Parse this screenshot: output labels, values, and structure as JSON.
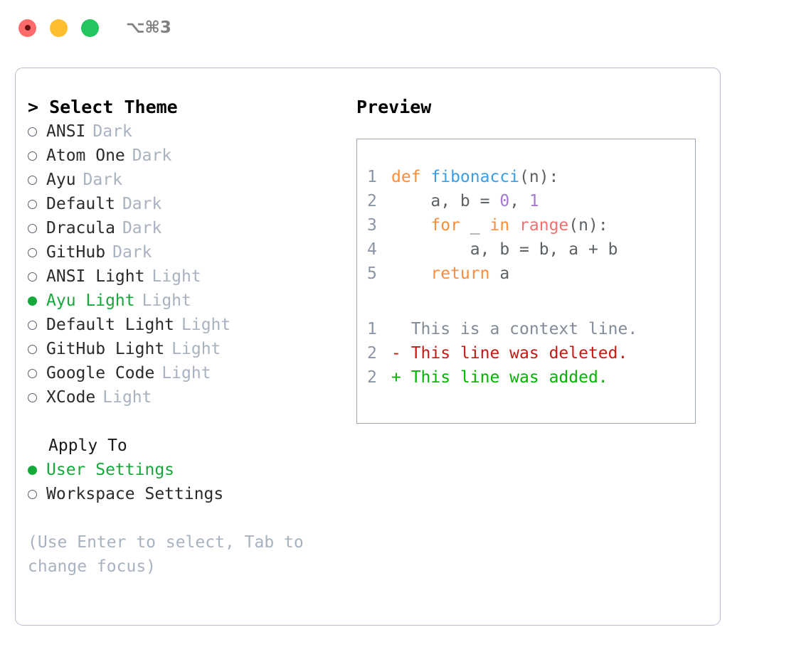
{
  "titlebar": {
    "shortcut": "⌥⌘3",
    "lights": [
      {
        "name": "close",
        "color": "#ff6b6b"
      },
      {
        "name": "minimize",
        "color": "#ffbe2e"
      },
      {
        "name": "maximize",
        "color": "#22c55e"
      }
    ]
  },
  "theme_panel": {
    "heading": "> Select Theme",
    "items": [
      {
        "label": "ANSI",
        "tag": "Dark",
        "selected": false
      },
      {
        "label": "Atom One",
        "tag": "Dark",
        "selected": false
      },
      {
        "label": "Ayu",
        "tag": "Dark",
        "selected": false
      },
      {
        "label": "Default",
        "tag": "Dark",
        "selected": false
      },
      {
        "label": "Dracula",
        "tag": "Dark",
        "selected": false
      },
      {
        "label": "GitHub",
        "tag": "Dark",
        "selected": false
      },
      {
        "label": "ANSI Light",
        "tag": "Light",
        "selected": false
      },
      {
        "label": "Ayu Light",
        "tag": "Light",
        "selected": true
      },
      {
        "label": "Default Light",
        "tag": "Light",
        "selected": false
      },
      {
        "label": "GitHub Light",
        "tag": "Light",
        "selected": false
      },
      {
        "label": "Google Code",
        "tag": "Light",
        "selected": false
      },
      {
        "label": "XCode",
        "tag": "Light",
        "selected": false
      }
    ]
  },
  "apply_to": {
    "heading": "Apply To",
    "options": [
      {
        "label": "User Settings",
        "selected": true
      },
      {
        "label": "Workspace Settings",
        "selected": false
      }
    ]
  },
  "hint": "(Use Enter to select, Tab to change focus)",
  "preview": {
    "heading": "Preview",
    "code_lines": [
      {
        "number": "1",
        "tokens": [
          {
            "text": "def ",
            "type": "kw"
          },
          {
            "text": "fibonacci",
            "type": "fn"
          },
          {
            "text": "(n):",
            "type": "plain"
          }
        ]
      },
      {
        "number": "2",
        "tokens": [
          {
            "text": "    a, b = ",
            "type": "plain"
          },
          {
            "text": "0",
            "type": "num"
          },
          {
            "text": ", ",
            "type": "plain"
          },
          {
            "text": "1",
            "type": "num"
          }
        ]
      },
      {
        "number": "3",
        "tokens": [
          {
            "text": "    ",
            "type": "plain"
          },
          {
            "text": "for",
            "type": "kw"
          },
          {
            "text": " _ ",
            "type": "plain"
          },
          {
            "text": "in",
            "type": "kw"
          },
          {
            "text": " ",
            "type": "plain"
          },
          {
            "text": "range",
            "type": "fn2"
          },
          {
            "text": "(n):",
            "type": "plain"
          }
        ]
      },
      {
        "number": "4",
        "tokens": [
          {
            "text": "        a, b = b, a + b",
            "type": "plain"
          }
        ]
      },
      {
        "number": "5",
        "tokens": [
          {
            "text": "    ",
            "type": "plain"
          },
          {
            "text": "return",
            "type": "kw"
          },
          {
            "text": " a",
            "type": "plain"
          }
        ]
      }
    ],
    "diff_lines": [
      {
        "number": "1",
        "marker": " ",
        "text": " This is a context line.",
        "kind": "context"
      },
      {
        "number": "2",
        "marker": "-",
        "text": " This line was deleted.",
        "kind": "deleted"
      },
      {
        "number": "2",
        "marker": "+",
        "text": " This line was added.",
        "kind": "added"
      }
    ]
  },
  "colors": {
    "accent_green": "#17a83c",
    "muted": "#a8b2c0",
    "border": "#b6bed0",
    "preview_border": "#9aa7b8",
    "kw_orange": "#fa8d3e",
    "fn_blue": "#399ee6",
    "num_purple": "#a37acc",
    "fn_red": "#f07171",
    "diff_del": "#c41a16",
    "diff_add": "#00b400"
  }
}
